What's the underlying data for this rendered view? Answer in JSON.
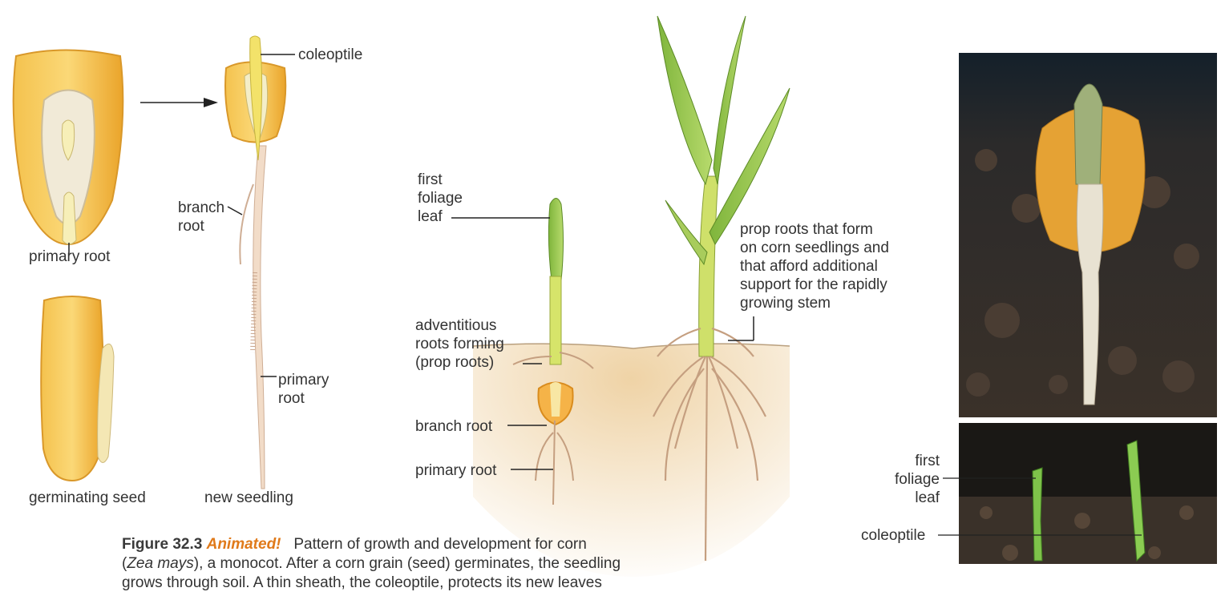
{
  "labels": {
    "coleoptile_top": "coleoptile",
    "branch_root_1": "branch\nroot",
    "primary_root_seed": "primary root",
    "primary_root_seedling": "primary\nroot",
    "germinating_seed": "germinating seed",
    "new_seedling": "new seedling",
    "first_foliage_leaf": "first\nfoliage\nleaf",
    "adventitious": "adventitious\nroots forming\n(prop roots)",
    "branch_root_2": "branch root",
    "primary_root_2": "primary root",
    "prop_roots": "prop roots that form\non corn seedlings and\nthat afford additional\nsupport for the rapidly\ngrowing stem",
    "photo_first_foliage_leaf": "first\nfoliage\nleaf",
    "photo_coleoptile": "coleoptile"
  },
  "caption": {
    "figure": "Figure 32.3",
    "animated": "Animated!",
    "text_1": "Pattern of growth and development for corn",
    "text_2a": "(",
    "species": "Zea mays",
    "text_2b": "), a monocot. After a corn grain (seed) germinates, the seedling",
    "text_3": "grows through soil. A thin sheath, the coleoptile, protects its new leaves"
  },
  "colors": {
    "kernel": "#f2b53a",
    "leaf": "#8fc24a",
    "soil": "#f3dcb4",
    "photo_bg": "#2d2822"
  }
}
